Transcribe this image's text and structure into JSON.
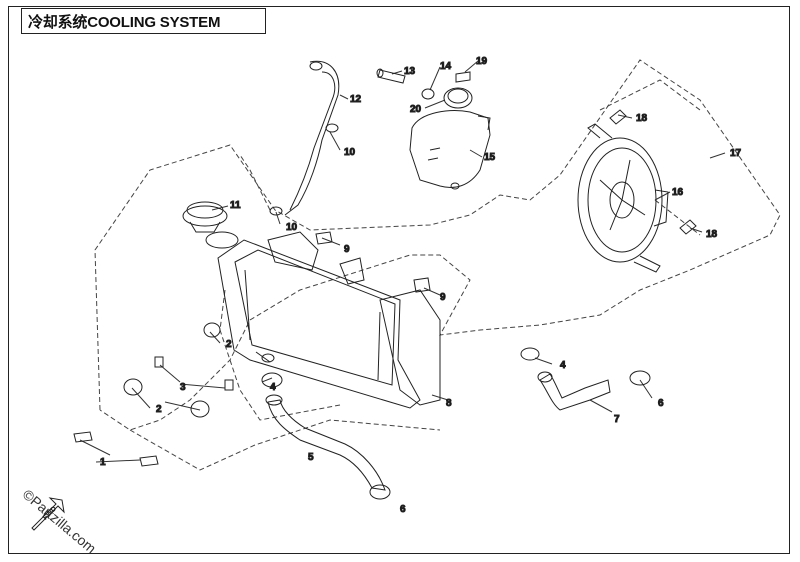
{
  "title": "冷却系统COOLING SYSTEM",
  "watermark": "©Partzilla.com",
  "fwd_label": "FWD",
  "callouts": [
    "1",
    "2",
    "2",
    "3",
    "4",
    "4",
    "5",
    "6",
    "6",
    "7",
    "8",
    "9",
    "9",
    "10",
    "10",
    "11",
    "12",
    "13",
    "14",
    "15",
    "16",
    "17",
    "18",
    "18",
    "19",
    "20"
  ]
}
